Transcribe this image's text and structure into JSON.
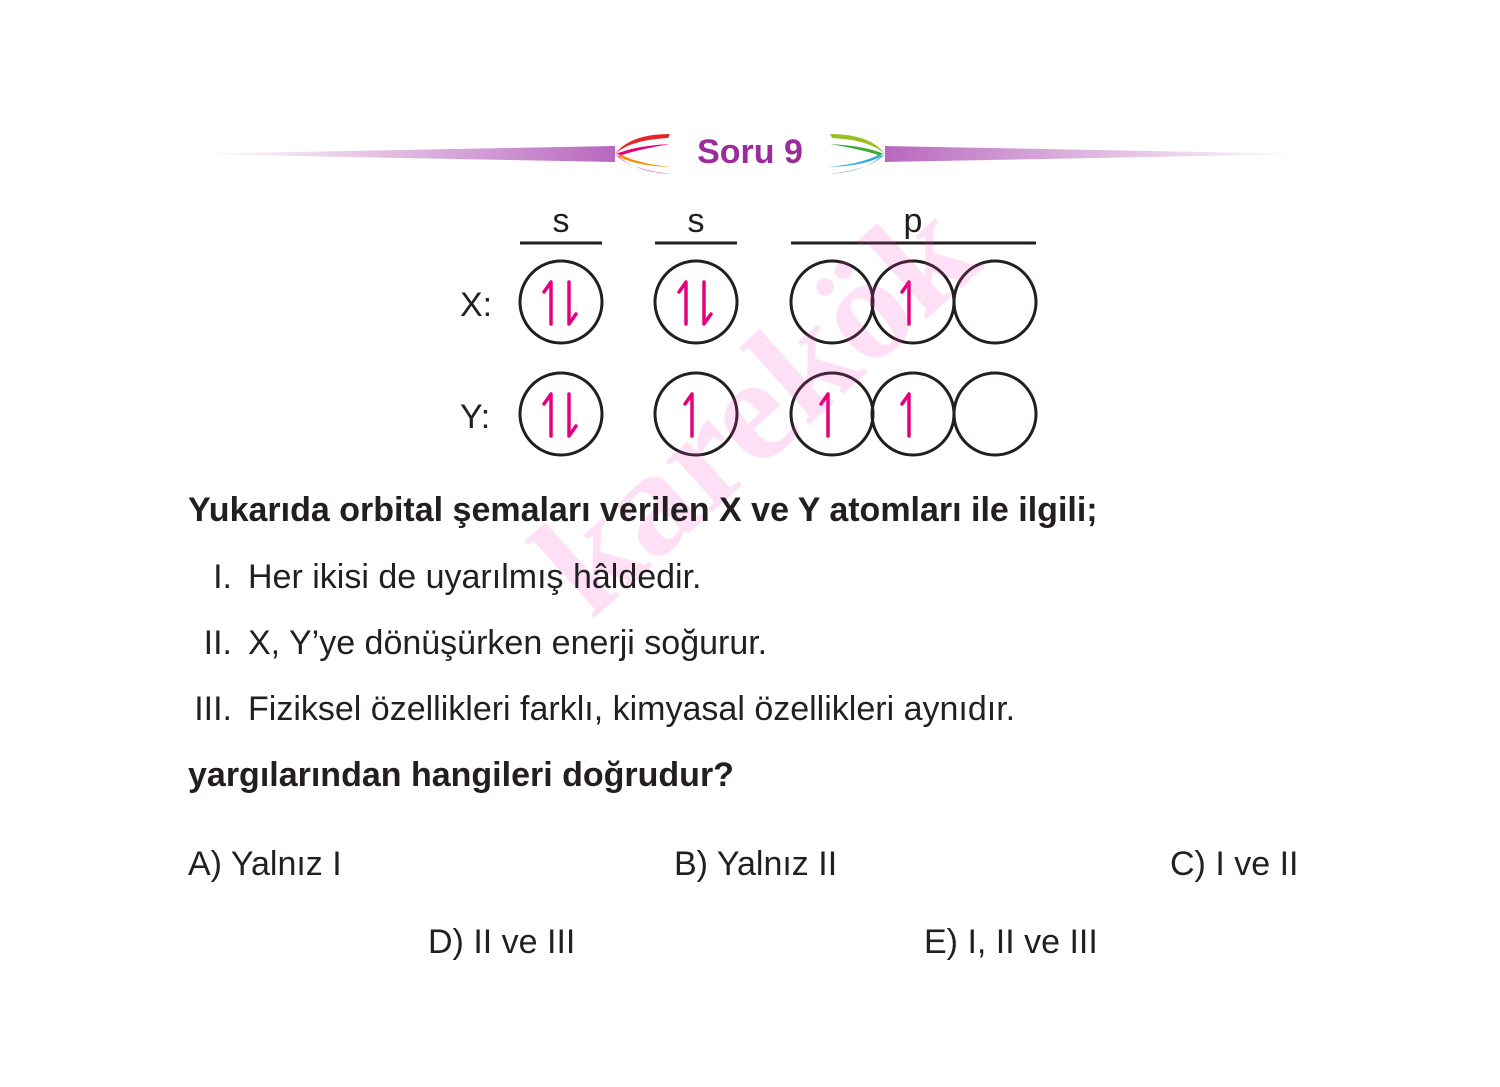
{
  "header": {
    "title": "Soru 9"
  },
  "diagram": {
    "column_labels": [
      "s",
      "s",
      "p"
    ],
    "rows": [
      {
        "label": "X:",
        "orbitals": [
          "up-down",
          "up-down",
          "empty",
          "up",
          "empty"
        ]
      },
      {
        "label": "Y:",
        "orbitals": [
          "up-down",
          "up",
          "up",
          "up",
          "empty"
        ]
      }
    ],
    "arrow_color": "#e5007d"
  },
  "question": {
    "stem": "Yukarıda orbital şemaları verilen X ve Y atomları ile ilgili;",
    "items": [
      {
        "num": "I.",
        "text": "Her ikisi de uyarılmış hâldedir."
      },
      {
        "num": "II.",
        "text": "X, Y’ye dönüşürken enerji soğurur."
      },
      {
        "num": "III.",
        "text": "Fiziksel özellikleri farklı, kimyasal özellikleri aynıdır."
      }
    ],
    "closing": "yargılarından hangileri doğrudur?"
  },
  "options": [
    {
      "text": "A) Yalnız I"
    },
    {
      "text": "B) Yalnız II"
    },
    {
      "text": "C) I ve II"
    },
    {
      "text": "D) II ve III"
    },
    {
      "text": "E) I, II ve III"
    }
  ],
  "watermark": "karekök"
}
